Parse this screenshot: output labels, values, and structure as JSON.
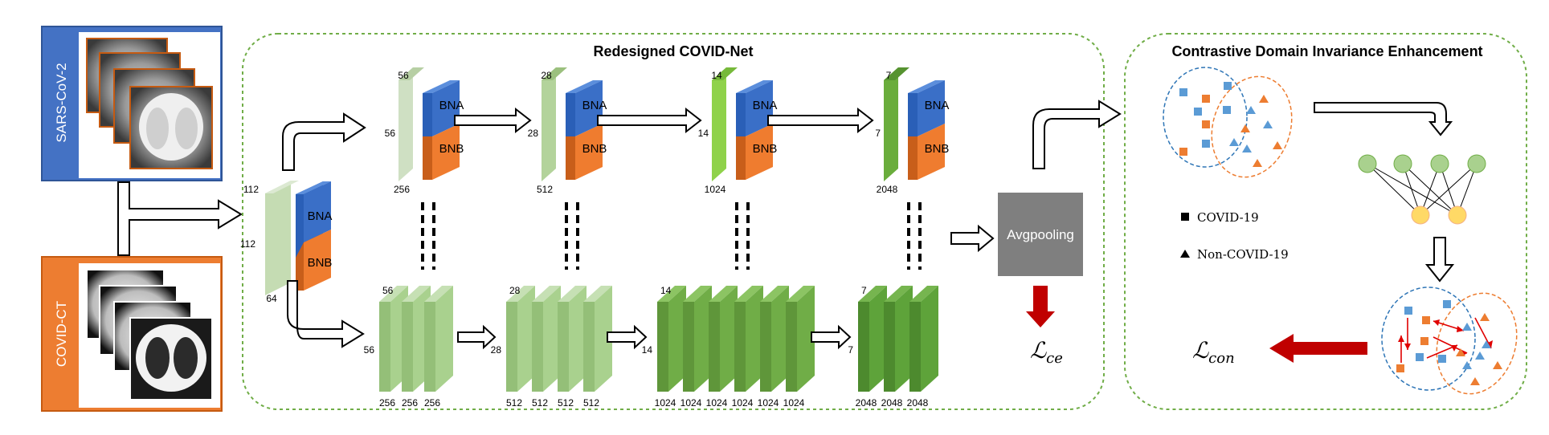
{
  "inputs": {
    "sars_label": "SARS-CoV-2",
    "covid_ct_label": "COVID-CT"
  },
  "covidnet": {
    "title": "Redesigned COVID-Net",
    "stem": {
      "bna": "BNA",
      "bnb": "BNB",
      "h": "112",
      "w": "112",
      "c": "64"
    },
    "top_stages": [
      {
        "h": "56",
        "w": "56",
        "c": "256",
        "bna": "BNA",
        "bnb": "BNB"
      },
      {
        "h": "28",
        "w": "28",
        "c": "512",
        "bna": "BNA",
        "bnb": "BNB"
      },
      {
        "h": "14",
        "w": "14",
        "c": "1024",
        "bna": "BNA",
        "bnb": "BNB"
      },
      {
        "h": "7",
        "w": "7",
        "c": "2048",
        "bna": "BNA",
        "bnb": "BNB"
      }
    ],
    "bottom_stages": [
      {
        "h": "56",
        "w": "56",
        "channels": [
          "256",
          "256",
          "256"
        ]
      },
      {
        "h": "28",
        "w": "28",
        "channels": [
          "512",
          "512",
          "512",
          "512"
        ]
      },
      {
        "h": "14",
        "w": "14",
        "channels": [
          "1024",
          "1024",
          "1024",
          "1024",
          "1024",
          "1024"
        ]
      },
      {
        "h": "7",
        "w": "7",
        "channels": [
          "2048",
          "2048",
          "2048"
        ]
      }
    ],
    "avgpool_label": "Avgpooling",
    "loss_ce": {
      "main": "ℒ",
      "sub": "ce"
    }
  },
  "cdie": {
    "title": "Contrastive Domain Invariance Enhancement",
    "legend_covid": "COVID-19",
    "legend_noncovid": "Non-COVID-19",
    "loss_con": {
      "main": "ℒ",
      "sub": "con"
    }
  },
  "colors": {
    "sars_blue": "#4472c4",
    "covid_orange": "#ed7d31",
    "bna_blue": "#3a6fc7",
    "bnb_orange": "#ef7c2f",
    "dashed_green": "#7cb342",
    "avgpool_gray": "#7f7f7f",
    "arrow_red": "#c00000"
  }
}
